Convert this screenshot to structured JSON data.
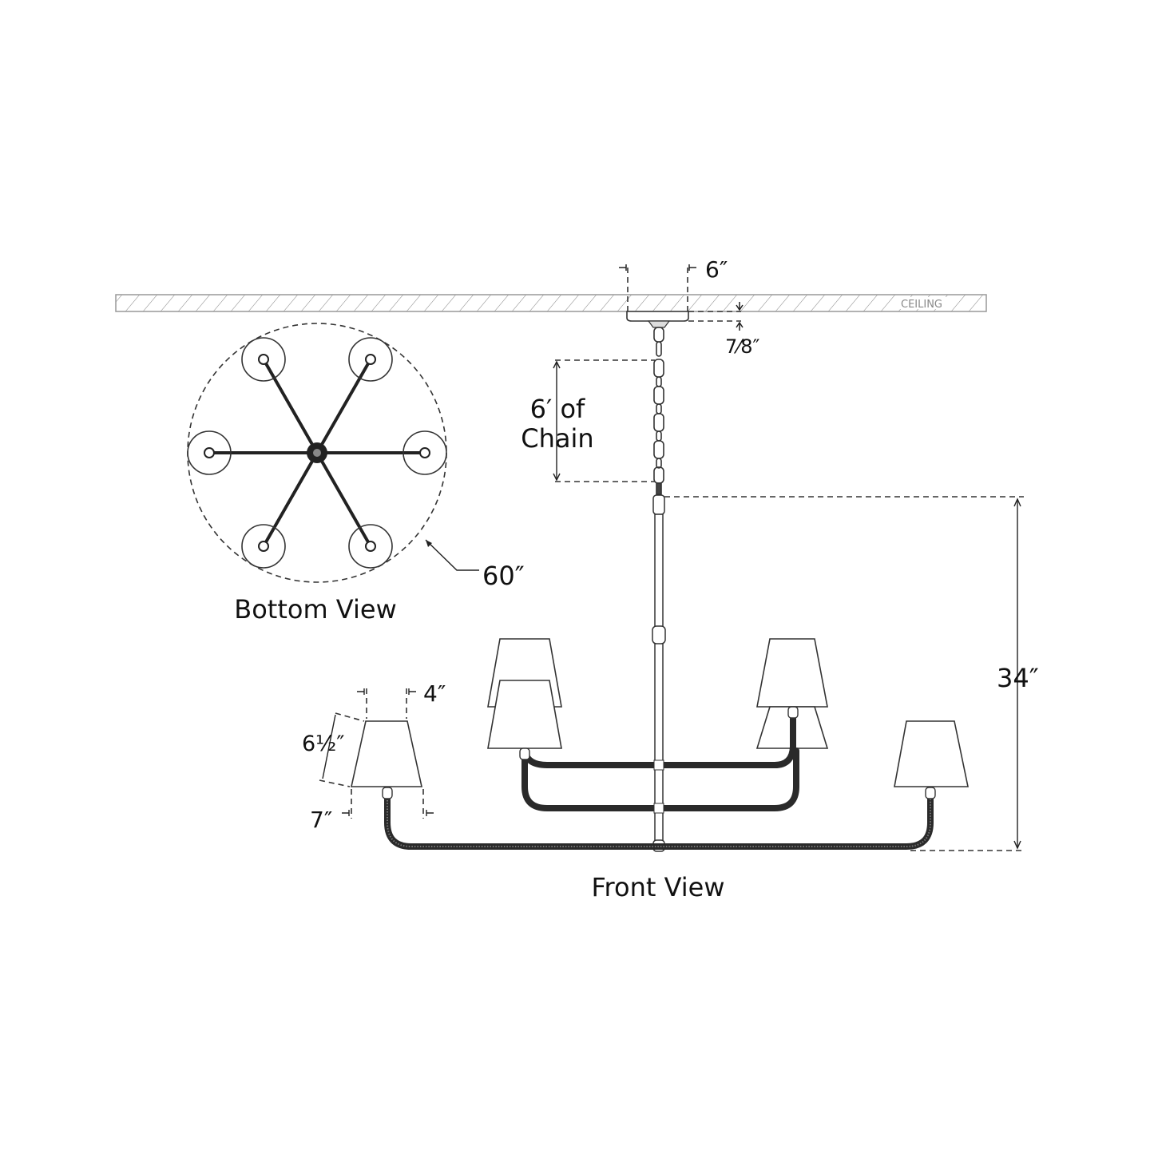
{
  "title": "Chandelier dimension drawing",
  "ceiling": {
    "label": "CEILING"
  },
  "dimensions": {
    "canopy_width": "6″",
    "canopy_depth": "7⁄8″",
    "chain_line1": "6′ of",
    "chain_line2": "Chain",
    "fixture_height": "34″",
    "diameter": "60″",
    "shade_top": "4″",
    "shade_height": "6½″",
    "shade_bottom": "7″"
  },
  "views": {
    "bottom": "Bottom View",
    "front": "Front View"
  },
  "colors": {
    "line": "#2a2a2a",
    "ceiling": "#999999"
  }
}
